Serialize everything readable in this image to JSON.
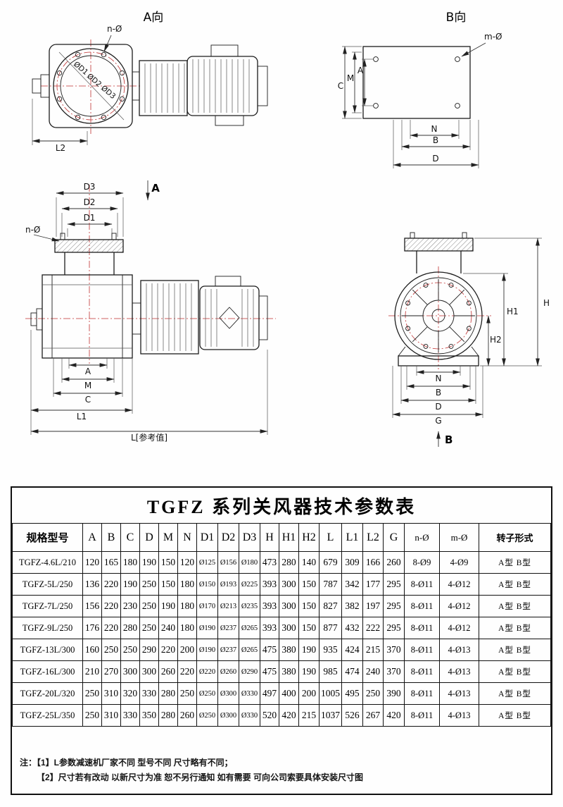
{
  "page": {
    "background": "#ffffff"
  },
  "colors": {
    "line": "#1c1c1c",
    "centerline": "#c03030",
    "table_border": "#111111"
  },
  "drawings": {
    "view_a": {
      "title": "A向",
      "n_hole": "n-Ø",
      "d1": "ØD1",
      "d2": "ØD2",
      "d3": "ØD3",
      "l2": "L2"
    },
    "view_b": {
      "title": "B向",
      "m_hole": "m-Ø",
      "c": "C",
      "m": "M",
      "a": "A",
      "n": "N",
      "b": "B",
      "d": "D"
    },
    "front_view": {
      "section": "A",
      "d3": "D3",
      "d2": "D2",
      "d1": "D1",
      "n_hole": "n-Ø",
      "a": "A",
      "m": "M",
      "c": "C",
      "l1": "L1",
      "l_ref": "L[参考值]"
    },
    "side_view": {
      "h": "H",
      "h1": "H1",
      "h2": "H2",
      "n": "N",
      "b": "B",
      "d": "D",
      "g": "G",
      "section": "B"
    }
  },
  "table": {
    "title": "TGFZ 系列关风器技术参数表",
    "headers": [
      "规格型号",
      "A",
      "B",
      "C",
      "D",
      "M",
      "N",
      "D1",
      "D2",
      "D3",
      "H",
      "H1",
      "H2",
      "L",
      "L1",
      "L2",
      "G",
      "n-Ø",
      "m-Ø",
      "转子形式"
    ],
    "rows": [
      [
        "TGFZ-4.6L/210",
        "120",
        "165",
        "180",
        "190",
        "150",
        "120",
        "Ø125",
        "Ø156",
        "Ø180",
        "473",
        "280",
        "140",
        "679",
        "309",
        "166",
        "260",
        "8-Ø9",
        "4-Ø9",
        "A型 B型"
      ],
      [
        "TGFZ-5L/250",
        "136",
        "220",
        "190",
        "250",
        "150",
        "180",
        "Ø150",
        "Ø193",
        "Ø225",
        "393",
        "300",
        "150",
        "787",
        "342",
        "177",
        "295",
        "8-Ø11",
        "4-Ø12",
        "A型 B型"
      ],
      [
        "TGFZ-7L/250",
        "156",
        "220",
        "230",
        "250",
        "190",
        "180",
        "Ø170",
        "Ø213",
        "Ø235",
        "393",
        "300",
        "150",
        "827",
        "382",
        "197",
        "295",
        "8-Ø11",
        "4-Ø12",
        "A型 B型"
      ],
      [
        "TGFZ-9L/250",
        "176",
        "220",
        "280",
        "250",
        "240",
        "180",
        "Ø190",
        "Ø237",
        "Ø265",
        "393",
        "300",
        "150",
        "877",
        "432",
        "222",
        "295",
        "8-Ø11",
        "4-Ø12",
        "A型 B型"
      ],
      [
        "TGFZ-13L/300",
        "160",
        "250",
        "250",
        "290",
        "220",
        "200",
        "Ø190",
        "Ø237",
        "Ø265",
        "475",
        "380",
        "190",
        "935",
        "424",
        "215",
        "370",
        "8-Ø11",
        "4-Ø13",
        "A型 B型"
      ],
      [
        "TGFZ-16L/300",
        "210",
        "270",
        "300",
        "300",
        "260",
        "220",
        "Ø220",
        "Ø260",
        "Ø290",
        "475",
        "380",
        "190",
        "985",
        "474",
        "240",
        "370",
        "8-Ø11",
        "4-Ø13",
        "A型 B型"
      ],
      [
        "TGFZ-20L/320",
        "250",
        "310",
        "320",
        "330",
        "280",
        "250",
        "Ø250",
        "Ø300",
        "Ø330",
        "497",
        "400",
        "200",
        "1005",
        "495",
        "250",
        "390",
        "8-Ø11",
        "4-Ø13",
        "A型 B型"
      ],
      [
        "TGFZ-25L/350",
        "250",
        "310",
        "330",
        "350",
        "280",
        "260",
        "Ø250",
        "Ø300",
        "Ø330",
        "520",
        "420",
        "215",
        "1037",
        "526",
        "267",
        "420",
        "8-Ø11",
        "4-Ø13",
        "A型 B型"
      ]
    ]
  },
  "notes": {
    "line1": "注：【1】L参数减速机厂家不同 型号不同 尺寸略有不同；",
    "line2": "【2】尺寸若有改动 以新尺寸为准 恕不另行通知 如有需要 可向公司索要具体安装尺寸图"
  }
}
